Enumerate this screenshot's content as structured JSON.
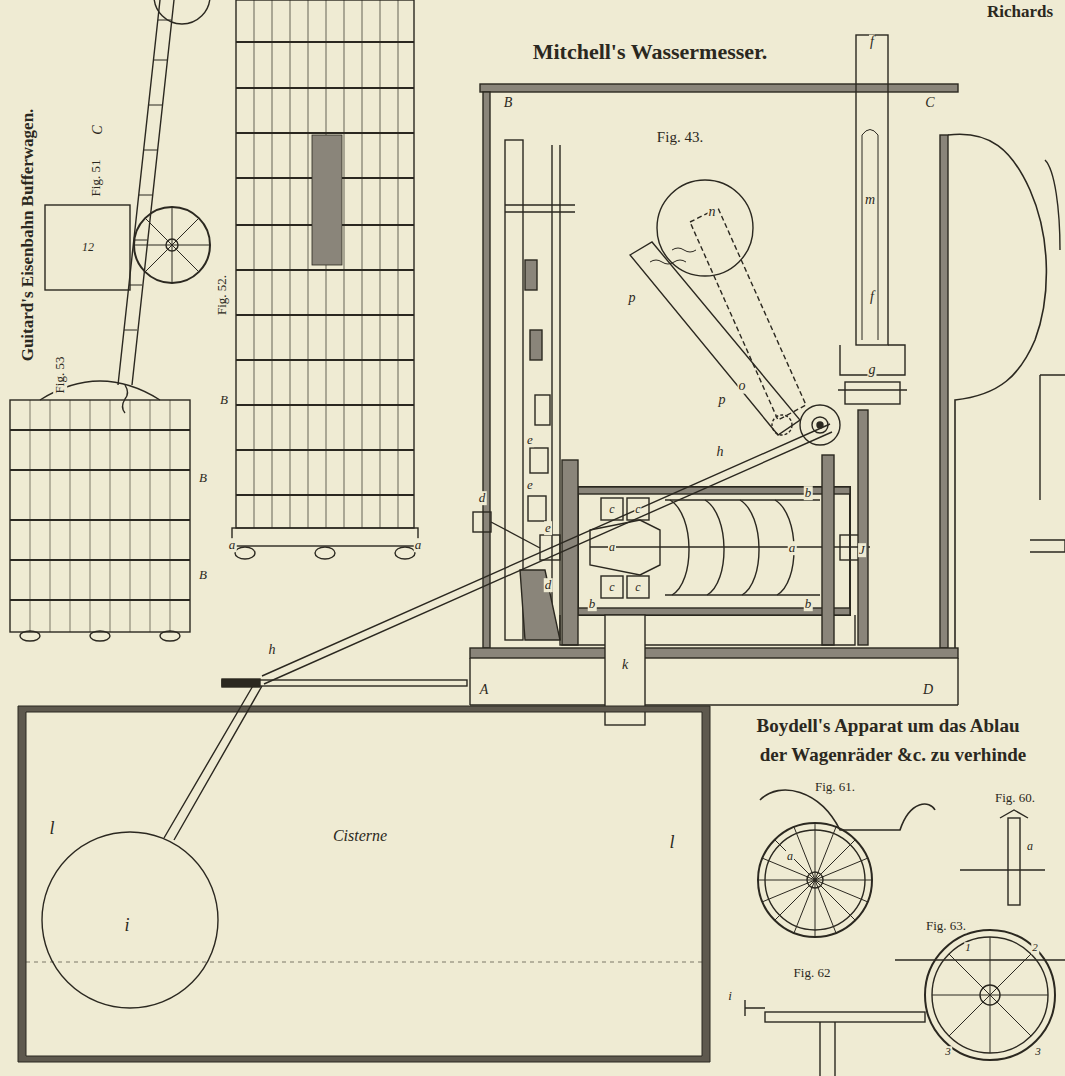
{
  "diagram": {
    "title": "Mitchell's Wassermesser.",
    "nodes": [
      {
        "text": [
          "Cisterne"
        ]
      }
    ],
    "labels": [
      "Richards",
      "Guitard's Eisenbahn Bufferwagen.",
      "Fig. 51",
      "C",
      "12",
      "Fig. 52.",
      "B",
      "a",
      "a",
      "Fig. 53",
      "B",
      "B",
      "Fig. 43.",
      "B",
      "C",
      "A",
      "D",
      "f",
      "f",
      "m",
      "g",
      "n",
      "p",
      "p",
      "o",
      "h",
      "h",
      "k",
      "b",
      "b",
      "b",
      "a",
      "c",
      "c",
      "c",
      "c",
      "a",
      "J",
      "d",
      "d",
      "e",
      "e",
      "e",
      "l",
      "l",
      "i",
      "Boydell's Apparat um das Ablau",
      "der Wagenräder &c. zu verhinde",
      "Fig. 61.",
      "Fig. 60.",
      "a",
      "a",
      "Fig. 63.",
      "1",
      "2",
      "Fig. 62",
      "i",
      "3",
      "3"
    ]
  }
}
